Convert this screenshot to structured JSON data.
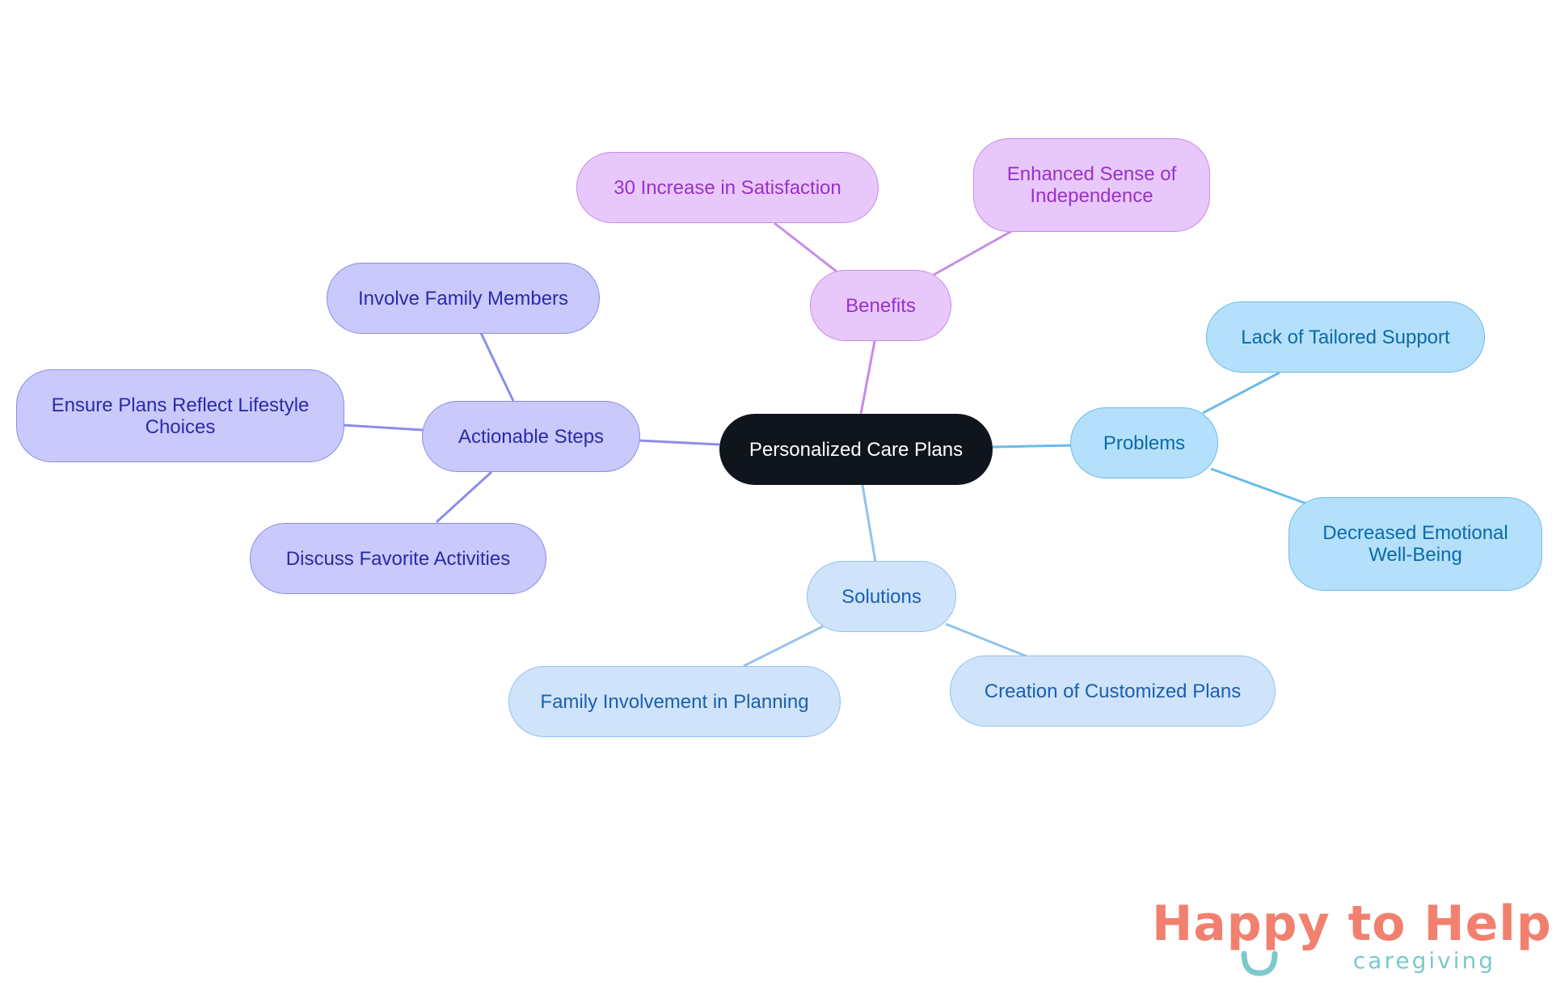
{
  "diagram": {
    "root": {
      "label": "Personalized Care Plans"
    },
    "benefits": {
      "label": "Benefits",
      "children": [
        "30 Increase in Satisfaction",
        "Enhanced Sense of\nIndependence"
      ]
    },
    "problems": {
      "label": "Problems",
      "children": [
        "Lack of Tailored Support",
        "Decreased Emotional\nWell-Being"
      ]
    },
    "solutions": {
      "label": "Solutions",
      "children": [
        "Family Involvement in Planning",
        "Creation of Customized Plans"
      ]
    },
    "actionable_steps": {
      "label": "Actionable Steps",
      "children": [
        "Involve Family Members",
        "Ensure Plans Reflect Lifestyle\nChoices",
        "Discuss Favorite Activities"
      ]
    }
  },
  "logo": {
    "text": "Happy to Help",
    "subtext": "caregiving"
  },
  "colors": {
    "root_fill": "#0f141d",
    "benefits_fill": "#e8c8fb",
    "benefits_text": "#9a30c9",
    "problems_fill": "#b5e0fb",
    "problems_text": "#0a6aa9",
    "solutions_fill": "#cfe3fa",
    "solutions_text": "#1b5fae",
    "steps_fill": "#c9c9fb",
    "steps_text": "#2a2aa8",
    "logo_main": "#f2806f",
    "logo_sub": "#7bc9cb"
  }
}
